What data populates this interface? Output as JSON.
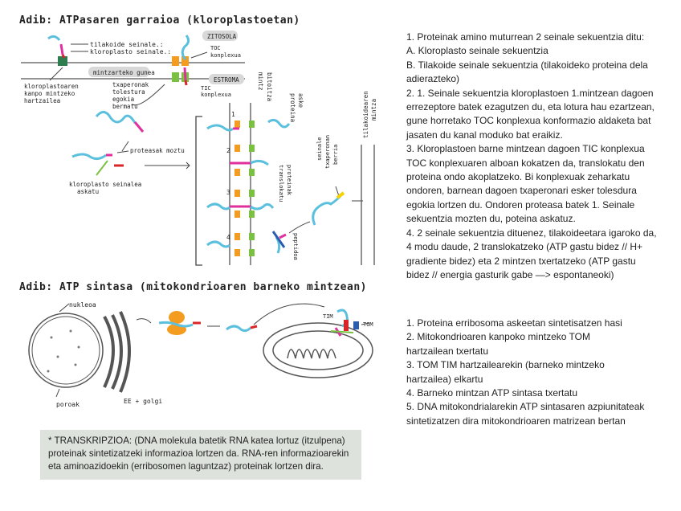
{
  "section1": {
    "title": "Adib: ATPasaren garraioa (kloroplastoetan)",
    "labels": {
      "tilakoide_seinalea": "tilakoide seinale.:",
      "kloroplasto_seinalea": "kloroplasto seinale.:",
      "zitosola": "ZITOSOLA",
      "toc": "TOC",
      "toc_konplexua": "konplexua",
      "mintzarteko": "mintzarteko gunea",
      "estroma": "ESTROMA",
      "tic": "TIC",
      "tic_konplexua": "konplexua",
      "kanpo_1": "kloroplastoaren",
      "kanpo_2": "kanpo mintzeko",
      "kanpo_3": "hartzailea",
      "txaperona_1": "txaperonak",
      "txaperona_2": "tolestura",
      "txaperona_3": "egokia",
      "txaperona_4": "bermatu",
      "proteasak": "proteasak moztu",
      "kloroplasto_seinalea_2": "kloroplasto seinalea",
      "askatu": "askatu",
      "mintz_1": "mintz",
      "mintz_2": "bitoitza",
      "proteina_1": "proteina",
      "proteina_2": "aske",
      "translokatu_1": "translokatu",
      "translokatu_2": "proteinak",
      "seinalea_1": "seinale",
      "seinalea_2": "txaperonan",
      "seinalea_3": "berria",
      "tilakoide_1": "tilakoidearen",
      "tilakoide_2": "mintza",
      "peptidoa": "peptidoa",
      "num1": "1",
      "num2": "2",
      "num3": "3",
      "num4": "4"
    },
    "notes": [
      "1. Proteinak amino muturrean 2 seinale sekuentzia ditu:",
      "A. Kloroplasto seinale sekuentzia",
      "B. Tilakoide seinale sekuentzia (tilakoideko proteina dela",
      "adierazteko)",
      "2. 1. Seinale sekuentzia kloroplastoen 1.mintzean dagoen",
      "errezeptore batek ezagutzen du, eta lotura hau ezartzean,",
      "gune horretako TOC konplexua konformazio aldaketa bat",
      "jasaten du kanal moduko bat eraikiz.",
      "3. Kloroplastoen barne mintzean dagoen TIC konplexua",
      "TOC konplexuaren alboan kokatzen da, translokatu den",
      "proteina ondo akoplatzeko. Bi konplexuak zeharkatu",
      "ondoren, barnean dagoen txaperonari esker tolesdura",
      "egokia lortzen du. Ondoren proteasa batek 1. Seinale",
      "sekuentzia mozten du, poteina askatuz.",
      "4. 2 seinale sekuentzia dituenez, tilakoideetara igaroko da,",
      "4 modu daude, 2 translokatzeko (ATP gastu bidez // H+",
      "gradiente bidez) eta 2 mintzen txertatzeko (ATP gastu",
      "bidez // energia gasturik gabe —> espontaneoki)"
    ]
  },
  "section2": {
    "title": "Adib: ATP sintasa (mitokondrioaren barneko mintzean)",
    "labels": {
      "nukleoa": "nukleoa",
      "poroak": "poroak",
      "ee_golgi": "EE + golgi",
      "tim": "TIM",
      "tom": "TOM"
    },
    "notes": [
      "1. Proteina erribosoma askeetan sintetisatzen hasi",
      "2. Mitokondrioaren kanpoko mintzeko TOM",
      "hartzailean txertatu",
      "3. TOM TIM hartzailearekin (barneko mintzeko",
      "hartzailea) elkartu",
      "4. Barneko mintzan ATP sintasa txertatu",
      "5. DNA mitokondrialarekin ATP sintasaren azpiunitateak",
      "sintetizatzen dira mitokondrioaren matrizean bertan"
    ]
  },
  "footnote": {
    "lines": [
      "* TRANSKRIPZIOA: (DNA molekula batetik RNA katea lortuz (itzulpena)",
      "proteinak sintetizatzeki informazioa lortzen da. RNA-ren informazioarekin",
      "eta aminoazidoekin (erribosomen laguntzaz) proteinak lortzen dira."
    ]
  },
  "colors": {
    "protein": "#5bc0de",
    "signal_magenta": "#e0309e",
    "signal_red": "#d8262b",
    "toc_orange": "#f39c1f",
    "tic_green": "#7ac142",
    "yellow": "#f5d300",
    "blue": "#2a5db0",
    "box_bg": "#dde3dc"
  }
}
